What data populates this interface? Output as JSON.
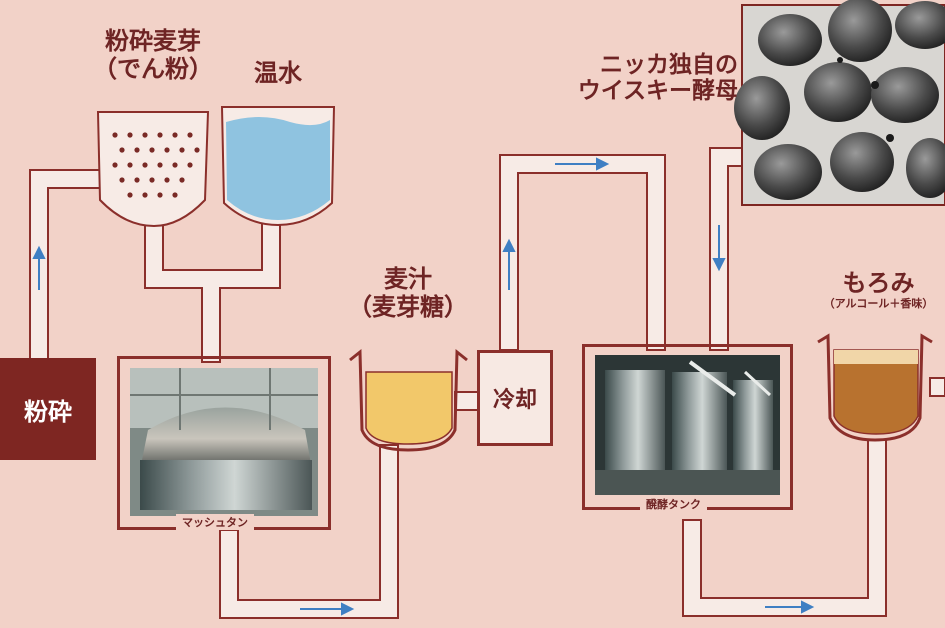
{
  "labels": {
    "malt": "粉砕麦芽",
    "malt_sub": "（でん粉）",
    "warm_water": "温水",
    "yeast_line1": "ニッカ独自の",
    "yeast_line2": "ウイスキー酵母",
    "wort": "麦汁",
    "wort_sub": "（麦芽糖）",
    "moromi": "もろみ",
    "moromi_sub": "（アルコール＋香味）",
    "crush": "粉砕",
    "cooling": "冷却",
    "mash_tun": "マッシュタン",
    "fermentation_tank": "醗酵タンク"
  },
  "colors": {
    "background": "#f2d2c8",
    "pipe_fill": "#f7ebe6",
    "pipe_edge": "#8b2f2b",
    "label_text": "#6e2424",
    "arrow": "#3f7fc3",
    "water": "#8fc3e0",
    "wort_liquid": "#f2c86a",
    "moromi_liquid": "#b8722f"
  },
  "icons": [
    "arrow-up-icon",
    "arrow-down-icon",
    "arrow-right-icon",
    "yeast-cells-image",
    "mash-tun-photo",
    "fermentation-tank-photo"
  ]
}
